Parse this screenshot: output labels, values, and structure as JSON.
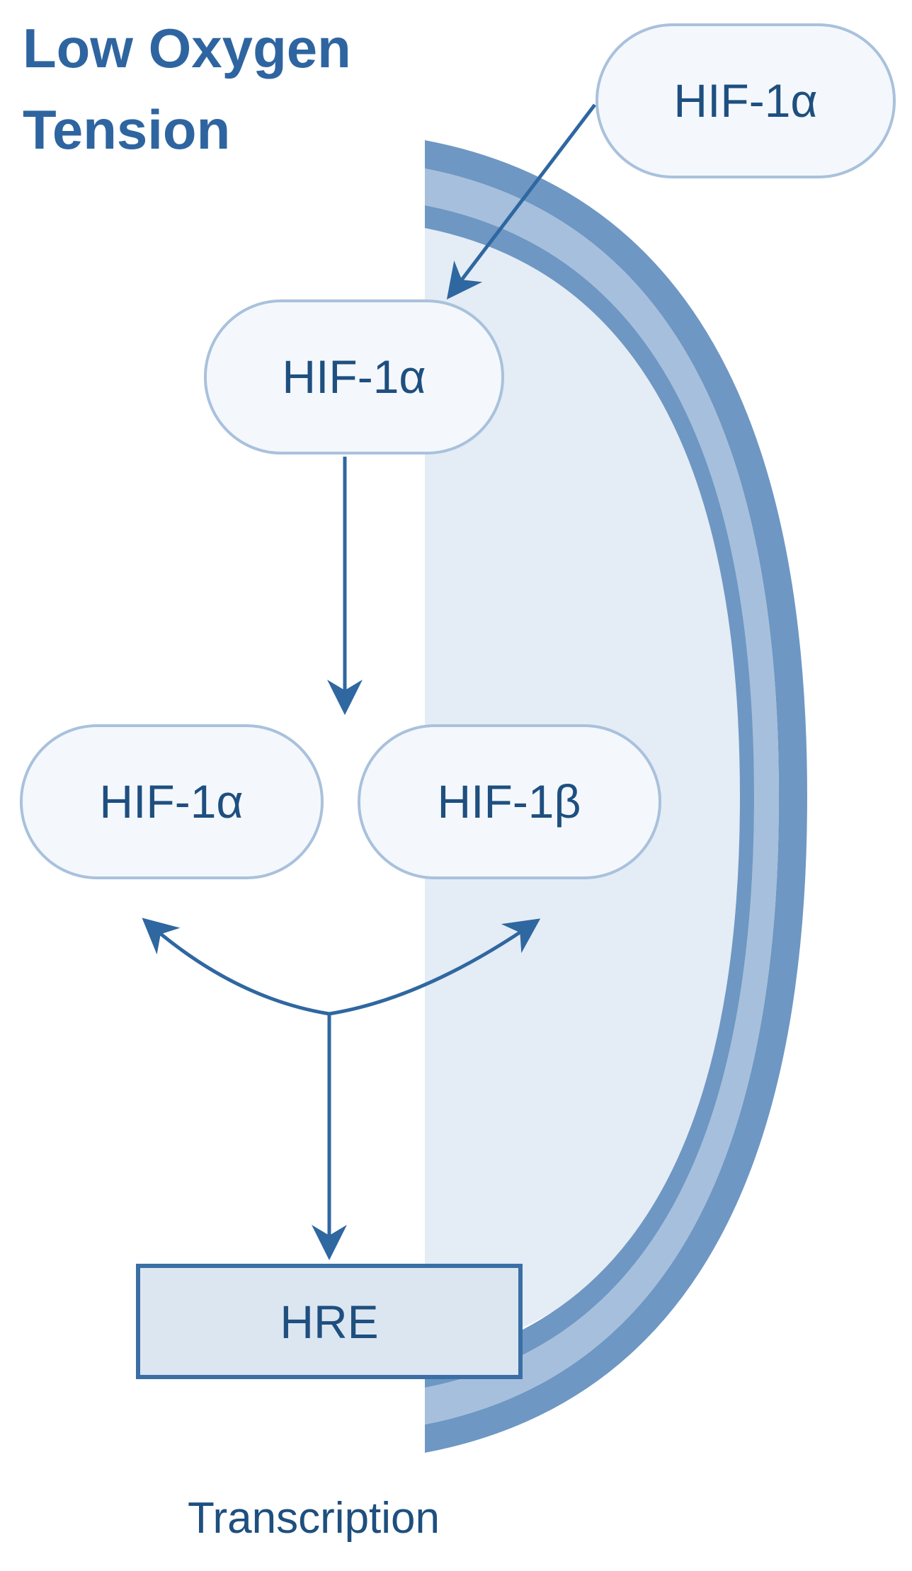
{
  "title": {
    "line1": "Low Oxygen",
    "line2": "Tension"
  },
  "nodes": {
    "hif1a_outside": "HIF-1α",
    "hif1a_nucleus": "HIF-1α",
    "hif1a_dimer": "HIF-1α",
    "hif1b_dimer": "HIF-1β",
    "hre": "HRE"
  },
  "caption": "Transcription",
  "colors": {
    "primary": "#2f67a0",
    "title": "#2e65a0",
    "node_stroke": "#a9c1dc",
    "node_fill": "#f4f8fc",
    "node_text": "#1e4f7f",
    "nucleus_fill": "#e4ecf5",
    "membrane_outer": "#6e97c3",
    "membrane_inner": "#a6bfdc",
    "hre_fill": "#dce6f1",
    "hre_stroke": "#3a6fa5"
  }
}
